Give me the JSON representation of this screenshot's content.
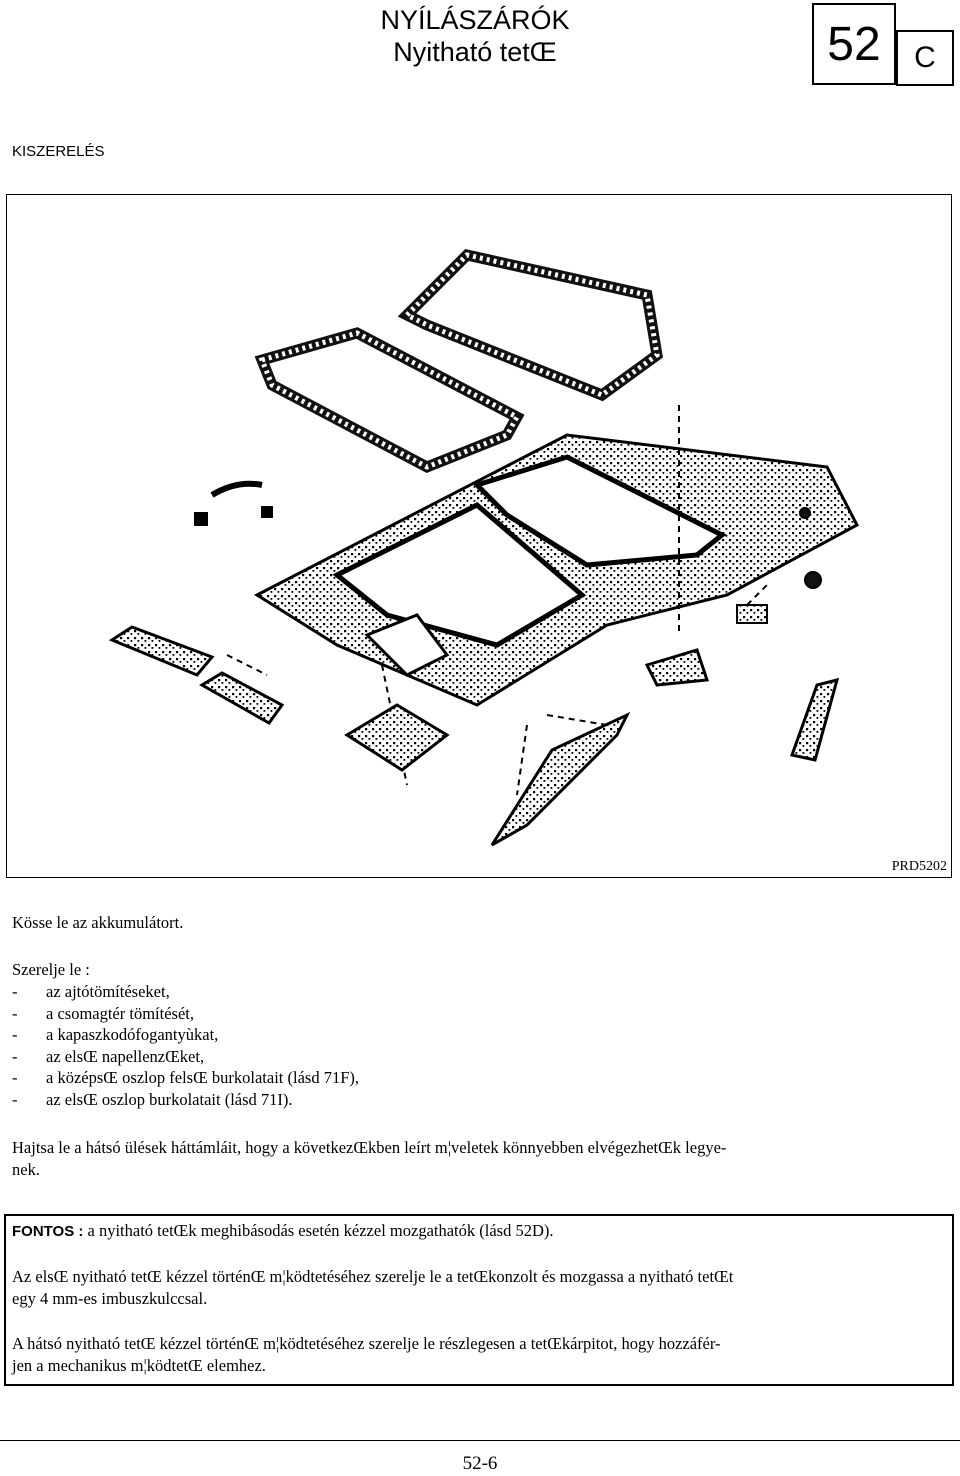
{
  "header": {
    "title_line1": "NYÍLÁSZÁRÓK",
    "title_line2": "Nyitható tetŒ",
    "section_number": "52",
    "section_letter": "C"
  },
  "section_title": "KISZERELÉS",
  "figure": {
    "code": "PRD5202",
    "icon": "sunroof-exploded-view-icon"
  },
  "text": {
    "disconnect": "Kösse le az akkumulátort.",
    "remove_intro": "Szerelje le :",
    "remove_items": [
      "az ajtótömítéseket,",
      "a csomagtér tömítését,",
      "a kapaszkodófogantyùkat,",
      "az elsŒ napellenzŒket,",
      "a középsŒ oszlop felsŒ burkolatait (lásd 71F),",
      "az elsŒ oszlop burkolatait (lásd 71I)."
    ],
    "seats_line1": "Hajtsa le a hátsó ülések háttámláit, hogy a következŒkben leírt m¦veletek könnyebben elvégezhetŒk legye-",
    "seats_line2": "nek."
  },
  "notice": {
    "label": "FONTOS :",
    "line1": "a nyitható tetŒk meghibásodás esetén kézzel mozgathatók (lásd 52D).",
    "front_line1": "Az elsŒ nyitható tetŒ kézzel történŒ m¦ködtetéséhez szerelje le a tetŒkonzolt és mozgassa a nyitható tetŒt",
    "front_line2": "egy 4 mm-es imbuszkulccsal.",
    "rear_line1": "A hátsó nyitható tetŒ kézzel történŒ m¦ködtetéséhez szerelje le részlegesen a tetŒkárpitot, hogy hozzáfér-",
    "rear_line2": "jen a mechanikus m¦ködtetŒ elemhez."
  },
  "footer": {
    "page": "52-6"
  }
}
